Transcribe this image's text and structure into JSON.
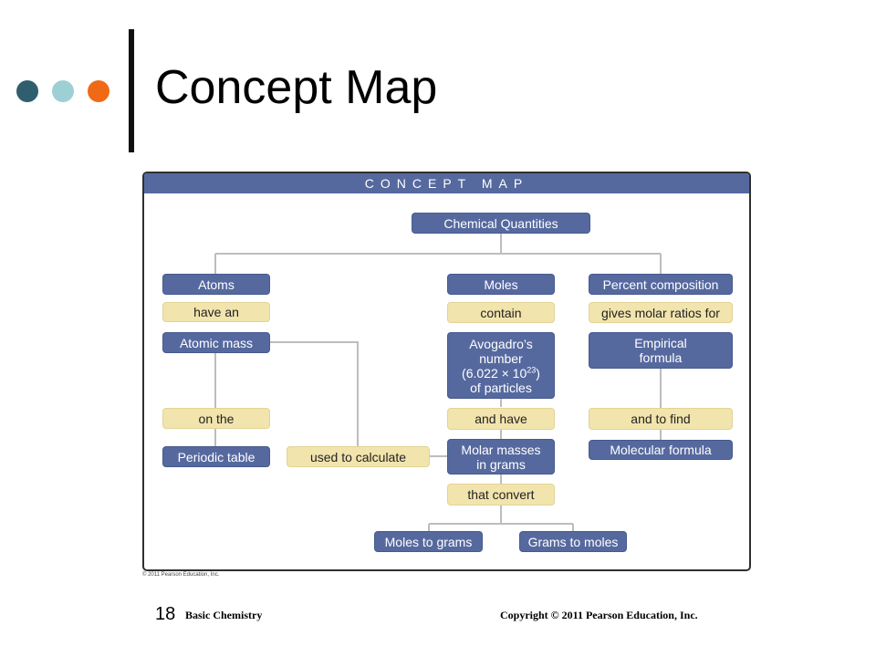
{
  "slide": {
    "title": "Concept Map",
    "dots": [
      {
        "name": "dot-teal",
        "color": "#2f5f6f"
      },
      {
        "name": "dot-light-blue",
        "color": "#9ecfd4"
      },
      {
        "name": "dot-orange",
        "color": "#f06a16"
      }
    ],
    "slide_number": "18",
    "footer_left": "Basic Chemistry",
    "footer_right": "Copyright © 2011 Pearson Education, Inc."
  },
  "map": {
    "header": "CONCEPT MAP",
    "credit": "© 2011 Pearson Education, Inc.",
    "colors": {
      "concept": "#56699f",
      "link": "#f2e4ad",
      "line": "#bdbdbd"
    },
    "nodes": {
      "chemical_quantities": "Chemical Quantities",
      "atoms": "Atoms",
      "have_an": "have an",
      "atomic_mass": "Atomic mass",
      "on_the": "on the",
      "periodic_table": "Periodic table",
      "used_to_calculate": "used to calculate",
      "moles": "Moles",
      "contain": "contain",
      "avogadro_line1": "Avogadro’s\nnumber",
      "avogadro_line2": "(6.022 × 10",
      "avogadro_exp": "23",
      "avogadro_line3": ")",
      "avogadro_line4": "of particles",
      "and_have": "and have",
      "molar_masses": "Molar masses\nin grams",
      "that_convert": "that convert",
      "moles_to_grams": "Moles to grams",
      "grams_to_moles": "Grams to moles",
      "percent_composition": "Percent composition",
      "gives_molar_ratios": "gives molar ratios for",
      "empirical_formula": "Empirical\nformula",
      "and_to_find": "and to find",
      "molecular_formula": "Molecular formula"
    }
  }
}
